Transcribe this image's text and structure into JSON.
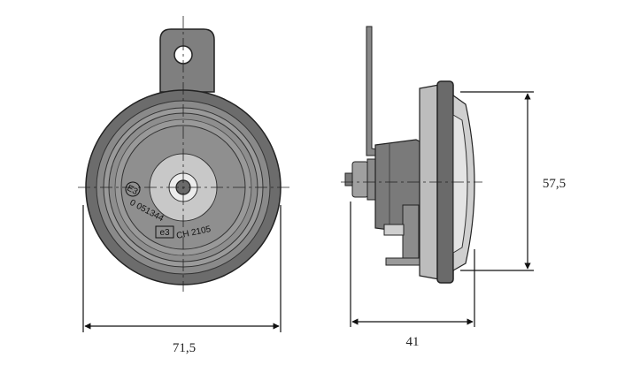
{
  "dimensions": {
    "front_width": "71,5",
    "side_depth": "41",
    "side_height": "57,5"
  },
  "markings": {
    "approval_mark_1": "E3",
    "approval_number": "0 051344",
    "approval_mark_2": "e3",
    "model_code": "CH 2105"
  }
}
